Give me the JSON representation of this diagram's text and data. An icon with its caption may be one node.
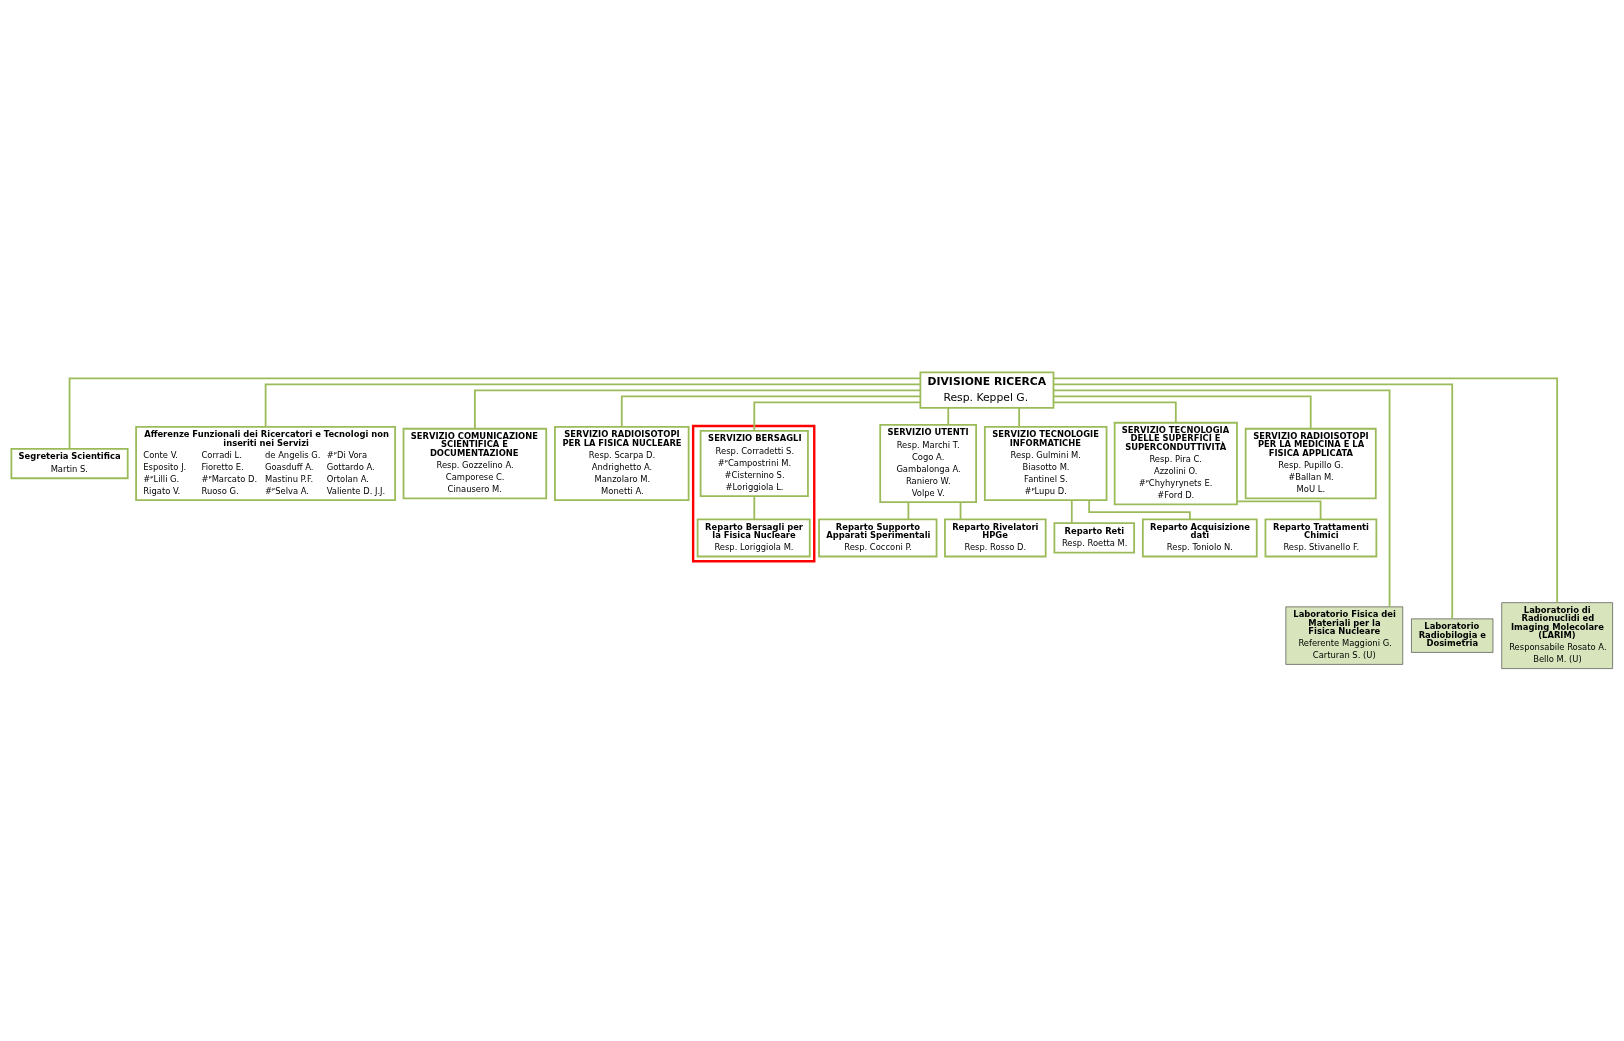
{
  "diagram": {
    "nodes": [
      {
        "text": [
          "DIVISIONE RICERCA",
          "Resp. Keppel G."
        ]
      },
      {
        "text": [
          "Segreteria Scientifica",
          "Martin S."
        ]
      },
      {
        "text": [
          "Afferenze Funzionali dei Ricercatori e Tecnologi non inseriti nei Servizi",
          "Conte V.",
          "Corradi L.",
          "de Angelis G.",
          "#ᴾDi Vora",
          "Esposito J.",
          "Fioretto E.",
          "Goasduff A.",
          "Gottardo A.",
          "#ᴾLilli G.",
          "#ᴾMarcato D.",
          "Mastinu P.F.",
          "Ortolan A.",
          "Rigato V.",
          "Ruoso G.",
          "#ᴾSelva A.",
          "Valiente D. J.J."
        ]
      },
      {
        "text": [
          "SERVIZIO COMUNICAZIONE SCIENTIFICA E DOCUMENTAZIONE",
          "Resp. Gozzelino A.",
          "Camporese C.",
          "Cinausero M."
        ]
      },
      {
        "text": [
          "SERVIZIO RADIOISOTOPI PER LA FISICA NUCLEARE",
          "Resp. Scarpa D.",
          "Andrighetto A.",
          "Manzolaro M.",
          "Monetti A."
        ]
      },
      {
        "text": [],
        "shape": "box"
      },
      {
        "text": [
          "SERVIZIO BERSAGLI",
          "Resp. Corradetti S.",
          "#ᴾCampostrini M.",
          "#Cisternino S.",
          "#Loriggiola L."
        ],
        "in": 5
      },
      {
        "text": [
          "Reparto Bersagli per la Fisica Nucleare",
          "Resp. Loriggiola M."
        ],
        "in": 5
      },
      {
        "text": [
          "SERVIZIO UTENTI",
          "Resp. Marchi T.",
          "Cogo A.",
          "Gambalonga A.",
          "Raniero W.",
          "Volpe V."
        ]
      },
      {
        "text": [
          "Reparto Supporto Apparati Sperimentali",
          "Resp. Cocconi P."
        ]
      },
      {
        "text": [
          "Reparto Rivelatori HPGe",
          "Resp. Rosso D."
        ]
      },
      {
        "text": [
          "SERVIZIO TECNOLOGIE INFORMATICHE",
          "Resp. Gulmini M.",
          "Biasotto M.",
          "Fantinel S.",
          "#ᴾLupu D."
        ]
      },
      {
        "text": [
          "Reparto Reti",
          "Resp. Roetta M."
        ]
      },
      {
        "text": [
          "Reparto Acquisizione dati",
          "Resp. Toniolo N."
        ]
      },
      {
        "text": [
          "SERVIZIO TECNOLOGIA DELLE SUPERFICI E SUPERCONDUTTIVITÀ",
          "Resp. Pira C.",
          "Azzolini O.",
          "#ᴾChyhyrynets E.",
          "#Ford D."
        ]
      },
      {
        "text": [
          "Reparto Trattamenti Chimici",
          "Resp. Stivanello F."
        ]
      },
      {
        "text": [
          "SERVIZIO RADIOISOTOPI PER LA MEDICINA E LA FISICA APPLICATA",
          "Resp. Pupillo G.",
          "#Ballan M.",
          "MoU L."
        ]
      },
      {
        "text": [
          "Laboratorio Fisica dei Materiali per la Fisica Nucleare",
          "Referente Maggioni G.",
          "Carturan S. (U)"
        ]
      },
      {
        "text": [
          "Laboratorio Radiobilogia e Dosimetria"
        ]
      },
      {
        "text": [
          "Laboratorio di Radionuclidi ed Imaging Molecolare (LARIM)",
          "Responsabile Rosato A.",
          "Bello M. (U)"
        ]
      }
    ],
    "edges": [
      {
        "from": 0,
        "to": 1,
        "arrow": "none"
      },
      {
        "from": 0,
        "to": 2,
        "arrow": "none"
      },
      {
        "from": 0,
        "to": 3,
        "arrow": "none"
      },
      {
        "from": 0,
        "to": 4,
        "arrow": "none"
      },
      {
        "from": 0,
        "to": 6,
        "arrow": "none"
      },
      {
        "from": 0,
        "to": 8,
        "arrow": "none"
      },
      {
        "from": 0,
        "to": 11,
        "arrow": "none"
      },
      {
        "from": 0,
        "to": 14,
        "arrow": "none"
      },
      {
        "from": 0,
        "to": 16,
        "arrow": "none"
      },
      {
        "from": 6,
        "to": 7,
        "arrow": "none"
      },
      {
        "from": 8,
        "to": 9,
        "arrow": "none"
      },
      {
        "from": 8,
        "to": 10,
        "arrow": "none"
      },
      {
        "from": 11,
        "to": 12,
        "arrow": "none"
      },
      {
        "from": 11,
        "to": 13,
        "arrow": "none"
      },
      {
        "from": 14,
        "to": 15,
        "arrow": "none"
      },
      {
        "from": 0,
        "to": 17,
        "arrow": "none"
      },
      {
        "from": 0,
        "to": 18,
        "arrow": "none"
      },
      {
        "from": 0,
        "to": 19,
        "arrow": "none"
      }
    ]
  }
}
